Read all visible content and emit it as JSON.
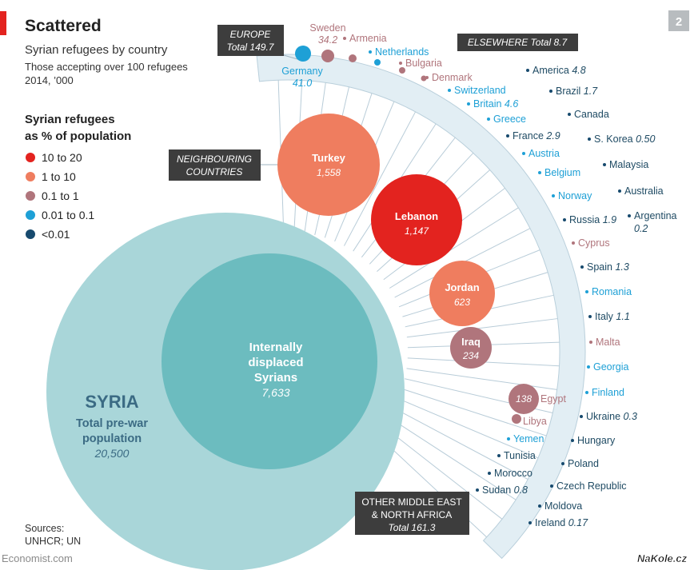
{
  "header": {
    "title": "Scattered",
    "subtitle": "Syrian refugees by country",
    "subtitle2": "Those accepting over 100 refugees",
    "subtitle3": "2014, ’000",
    "page_badge": "2"
  },
  "legend": {
    "title_line1": "Syrian refugees",
    "title_line2": "as % of population",
    "items": [
      {
        "label": "10 to 20",
        "color": "#e3231f"
      },
      {
        "label": "1 to 10",
        "color": "#ef7d5f"
      },
      {
        "label": "0.1 to 1",
        "color": "#b0757c"
      },
      {
        "label": "0.01 to 0.1",
        "color": "#1ea0d6"
      },
      {
        "label": "<0.01",
        "color": "#174a6e"
      }
    ]
  },
  "group_labels": {
    "europe_name": "EUROPE",
    "europe_total": "Total 149.7",
    "elsewhere": "ELSEWHERE Total 8.7",
    "neighbouring_line1": "NEIGHBOURING",
    "neighbouring_line2": "COUNTRIES",
    "mena_line1": "OTHER MIDDLE EAST",
    "mena_line2": "& NORTH AFRICA",
    "mena_total": "Total 161.3"
  },
  "syria": {
    "name": "SYRIA",
    "pop_line1": "Total pre-war",
    "pop_line2": "population",
    "pop_value": "20,500",
    "idp_line1": "Internally",
    "idp_line2": "displaced",
    "idp_line3": "Syrians",
    "idp_value": "7,633"
  },
  "chart_data": {
    "type": "bubble",
    "title": "Scattered",
    "unit": "’000",
    "year": 2014,
    "countries": [
      {
        "name": "Turkey",
        "value": "1,558",
        "category": "1 to 10",
        "group": "Neighbouring countries"
      },
      {
        "name": "Lebanon",
        "value": "1,147",
        "category": "10 to 20",
        "group": "Neighbouring countries"
      },
      {
        "name": "Jordan",
        "value": "623",
        "category": "1 to 10",
        "group": "Neighbouring countries"
      },
      {
        "name": "Iraq",
        "value": "234",
        "category": "0.1 to 1",
        "group": "Neighbouring countries"
      },
      {
        "name": "Egypt",
        "value": "138",
        "category": "0.1 to 1",
        "group": "Other Middle East & North Africa"
      },
      {
        "name": "Germany",
        "value": "41.0",
        "category": "0.01 to 0.1",
        "group": "Europe"
      },
      {
        "name": "Sweden",
        "value": "34.2",
        "category": "0.1 to 1",
        "group": "Europe"
      },
      {
        "name": "Armenia",
        "value": "",
        "category": "0.1 to 1",
        "group": "Europe"
      },
      {
        "name": "Netherlands",
        "value": "",
        "category": "0.01 to 0.1",
        "group": "Europe"
      },
      {
        "name": "Bulgaria",
        "value": "",
        "category": "0.1 to 1",
        "group": "Europe"
      },
      {
        "name": "Denmark",
        "value": "",
        "category": "0.1 to 1",
        "group": "Europe"
      },
      {
        "name": "Switzerland",
        "value": "",
        "category": "0.01 to 0.1",
        "group": "Europe"
      },
      {
        "name": "Britain",
        "value": "4.6",
        "category": "0.01 to 0.1",
        "group": "Europe"
      },
      {
        "name": "Greece",
        "value": "",
        "category": "0.01 to 0.1",
        "group": "Europe"
      },
      {
        "name": "France",
        "value": "2.9",
        "category": "<0.01",
        "group": "Europe"
      },
      {
        "name": "Austria",
        "value": "",
        "category": "0.01 to 0.1",
        "group": "Europe"
      },
      {
        "name": "Belgium",
        "value": "",
        "category": "0.01 to 0.1",
        "group": "Europe"
      },
      {
        "name": "Norway",
        "value": "",
        "category": "0.01 to 0.1",
        "group": "Europe"
      },
      {
        "name": "Russia",
        "value": "1.9",
        "category": "<0.01",
        "group": "Europe"
      },
      {
        "name": "Cyprus",
        "value": "",
        "category": "0.1 to 1",
        "group": "Europe"
      },
      {
        "name": "Spain",
        "value": "1.3",
        "category": "<0.01",
        "group": "Europe"
      },
      {
        "name": "Romania",
        "value": "",
        "category": "0.01 to 0.1",
        "group": "Europe"
      },
      {
        "name": "Italy",
        "value": "1.1",
        "category": "<0.01",
        "group": "Europe"
      },
      {
        "name": "Malta",
        "value": "",
        "category": "0.1 to 1",
        "group": "Europe"
      },
      {
        "name": "Georgia",
        "value": "",
        "category": "0.01 to 0.1",
        "group": "Europe"
      },
      {
        "name": "Finland",
        "value": "",
        "category": "0.01 to 0.1",
        "group": "Europe"
      },
      {
        "name": "Ukraine",
        "value": "0.3",
        "category": "<0.01",
        "group": "Europe"
      },
      {
        "name": "Hungary",
        "value": "",
        "category": "<0.01",
        "group": "Europe"
      },
      {
        "name": "Poland",
        "value": "",
        "category": "<0.01",
        "group": "Europe"
      },
      {
        "name": "Czech Republic",
        "value": "",
        "category": "<0.01",
        "group": "Europe"
      },
      {
        "name": "Moldova",
        "value": "",
        "category": "<0.01",
        "group": "Europe"
      },
      {
        "name": "Ireland",
        "value": "0.17",
        "category": "<0.01",
        "group": "Europe"
      },
      {
        "name": "America",
        "value": "4.8",
        "category": "<0.01",
        "group": "Elsewhere"
      },
      {
        "name": "Brazil",
        "value": "1.7",
        "category": "<0.01",
        "group": "Elsewhere"
      },
      {
        "name": "Canada",
        "value": "",
        "category": "<0.01",
        "group": "Elsewhere"
      },
      {
        "name": "S. Korea",
        "value": "0.50",
        "category": "<0.01",
        "group": "Elsewhere"
      },
      {
        "name": "Malaysia",
        "value": "",
        "category": "<0.01",
        "group": "Elsewhere"
      },
      {
        "name": "Australia",
        "value": "",
        "category": "<0.01",
        "group": "Elsewhere"
      },
      {
        "name": "Argentina",
        "value": "0.2",
        "category": "<0.01",
        "group": "Elsewhere"
      },
      {
        "name": "Libya",
        "value": "",
        "category": "0.1 to 1",
        "group": "Other Middle East & North Africa"
      },
      {
        "name": "Yemen",
        "value": "",
        "category": "0.01 to 0.1",
        "group": "Other Middle East & North Africa"
      },
      {
        "name": "Tunisia",
        "value": "",
        "category": "<0.01",
        "group": "Other Middle East & North Africa"
      },
      {
        "name": "Morocco",
        "value": "",
        "category": "<0.01",
        "group": "Other Middle East & North Africa"
      },
      {
        "name": "Sudan",
        "value": "0.8",
        "category": "<0.01",
        "group": "Other Middle East & North Africa"
      }
    ]
  },
  "footer": {
    "sources_line1": "Sources:",
    "sources_line2": "UNHCR; UN",
    "credit": "Economist.com",
    "watermark": "NaKole.cz"
  },
  "colors": {
    "accent_red": "#e3231f",
    "syria_light": "#a9d6d9",
    "syria_dark": "#6cbcbf",
    "label_box": "#3d3d3d",
    "text_dark": "#1e4a63"
  }
}
